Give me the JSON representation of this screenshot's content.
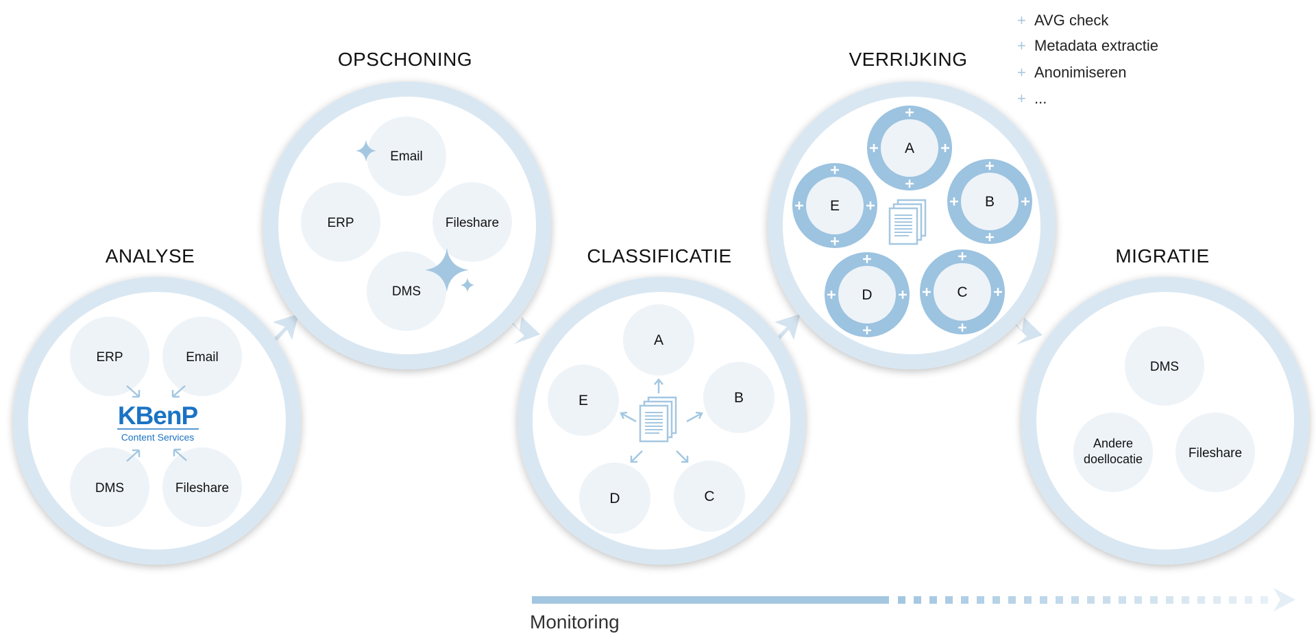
{
  "colors": {
    "ring": "#d9e7f2",
    "bubble": "#eef3f8",
    "accent": "#a4c7e1",
    "accent_dark": "#9cc3e0",
    "logo": "#1a73c4",
    "text": "#111111"
  },
  "side_list": {
    "items": [
      "AVG check",
      "Metadata extractie",
      "Anonimiseren",
      "..."
    ]
  },
  "stages": {
    "analyse": {
      "title": "ANALYSE",
      "nodes": [
        "ERP",
        "Email",
        "DMS",
        "Fileshare"
      ],
      "logo": {
        "main": "KBenP",
        "sub": "Content Services"
      }
    },
    "opschoning": {
      "title": "OPSCHONING",
      "nodes": [
        "Email",
        "ERP",
        "Fileshare",
        "DMS"
      ]
    },
    "classificatie": {
      "title": "CLASSIFICATIE",
      "nodes": [
        "A",
        "B",
        "C",
        "D",
        "E"
      ]
    },
    "verrijking": {
      "title": "VERRIJKING",
      "nodes": [
        "A",
        "B",
        "C",
        "D",
        "E"
      ]
    },
    "migratie": {
      "title": "MIGRATIE",
      "nodes": [
        "DMS",
        "Andere",
        "doellocatie",
        "Fileshare"
      ]
    }
  },
  "monitoring": {
    "label": "Monitoring"
  }
}
